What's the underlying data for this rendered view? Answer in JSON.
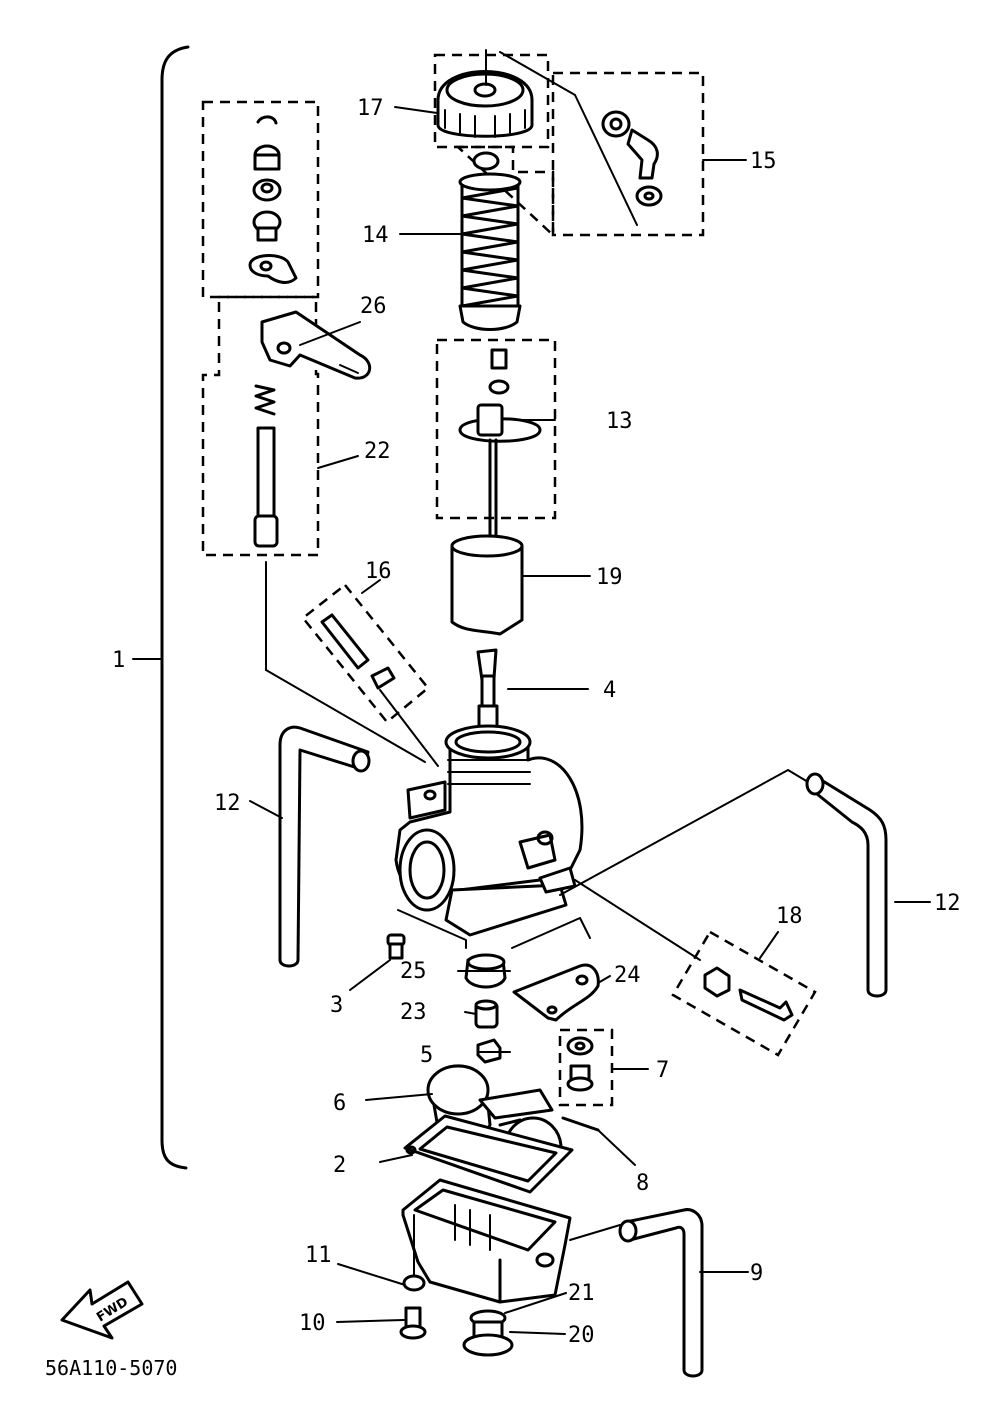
{
  "diagram": {
    "part_code": "56A110-5070",
    "fwd_label": "FWD",
    "callouts": {
      "c1": "1",
      "c2": "2",
      "c3": "3",
      "c4": "4",
      "c5": "5",
      "c6": "6",
      "c7": "7",
      "c8": "8",
      "c9": "9",
      "c10": "10",
      "c11": "11",
      "c12a": "12",
      "c12b": "12",
      "c13": "13",
      "c14": "14",
      "c15": "15",
      "c16": "16",
      "c17": "17",
      "c18": "18",
      "c19": "19",
      "c20": "20",
      "c21": "21",
      "c22": "22",
      "c23": "23",
      "c24": "24",
      "c25": "25",
      "c26": "26"
    }
  }
}
